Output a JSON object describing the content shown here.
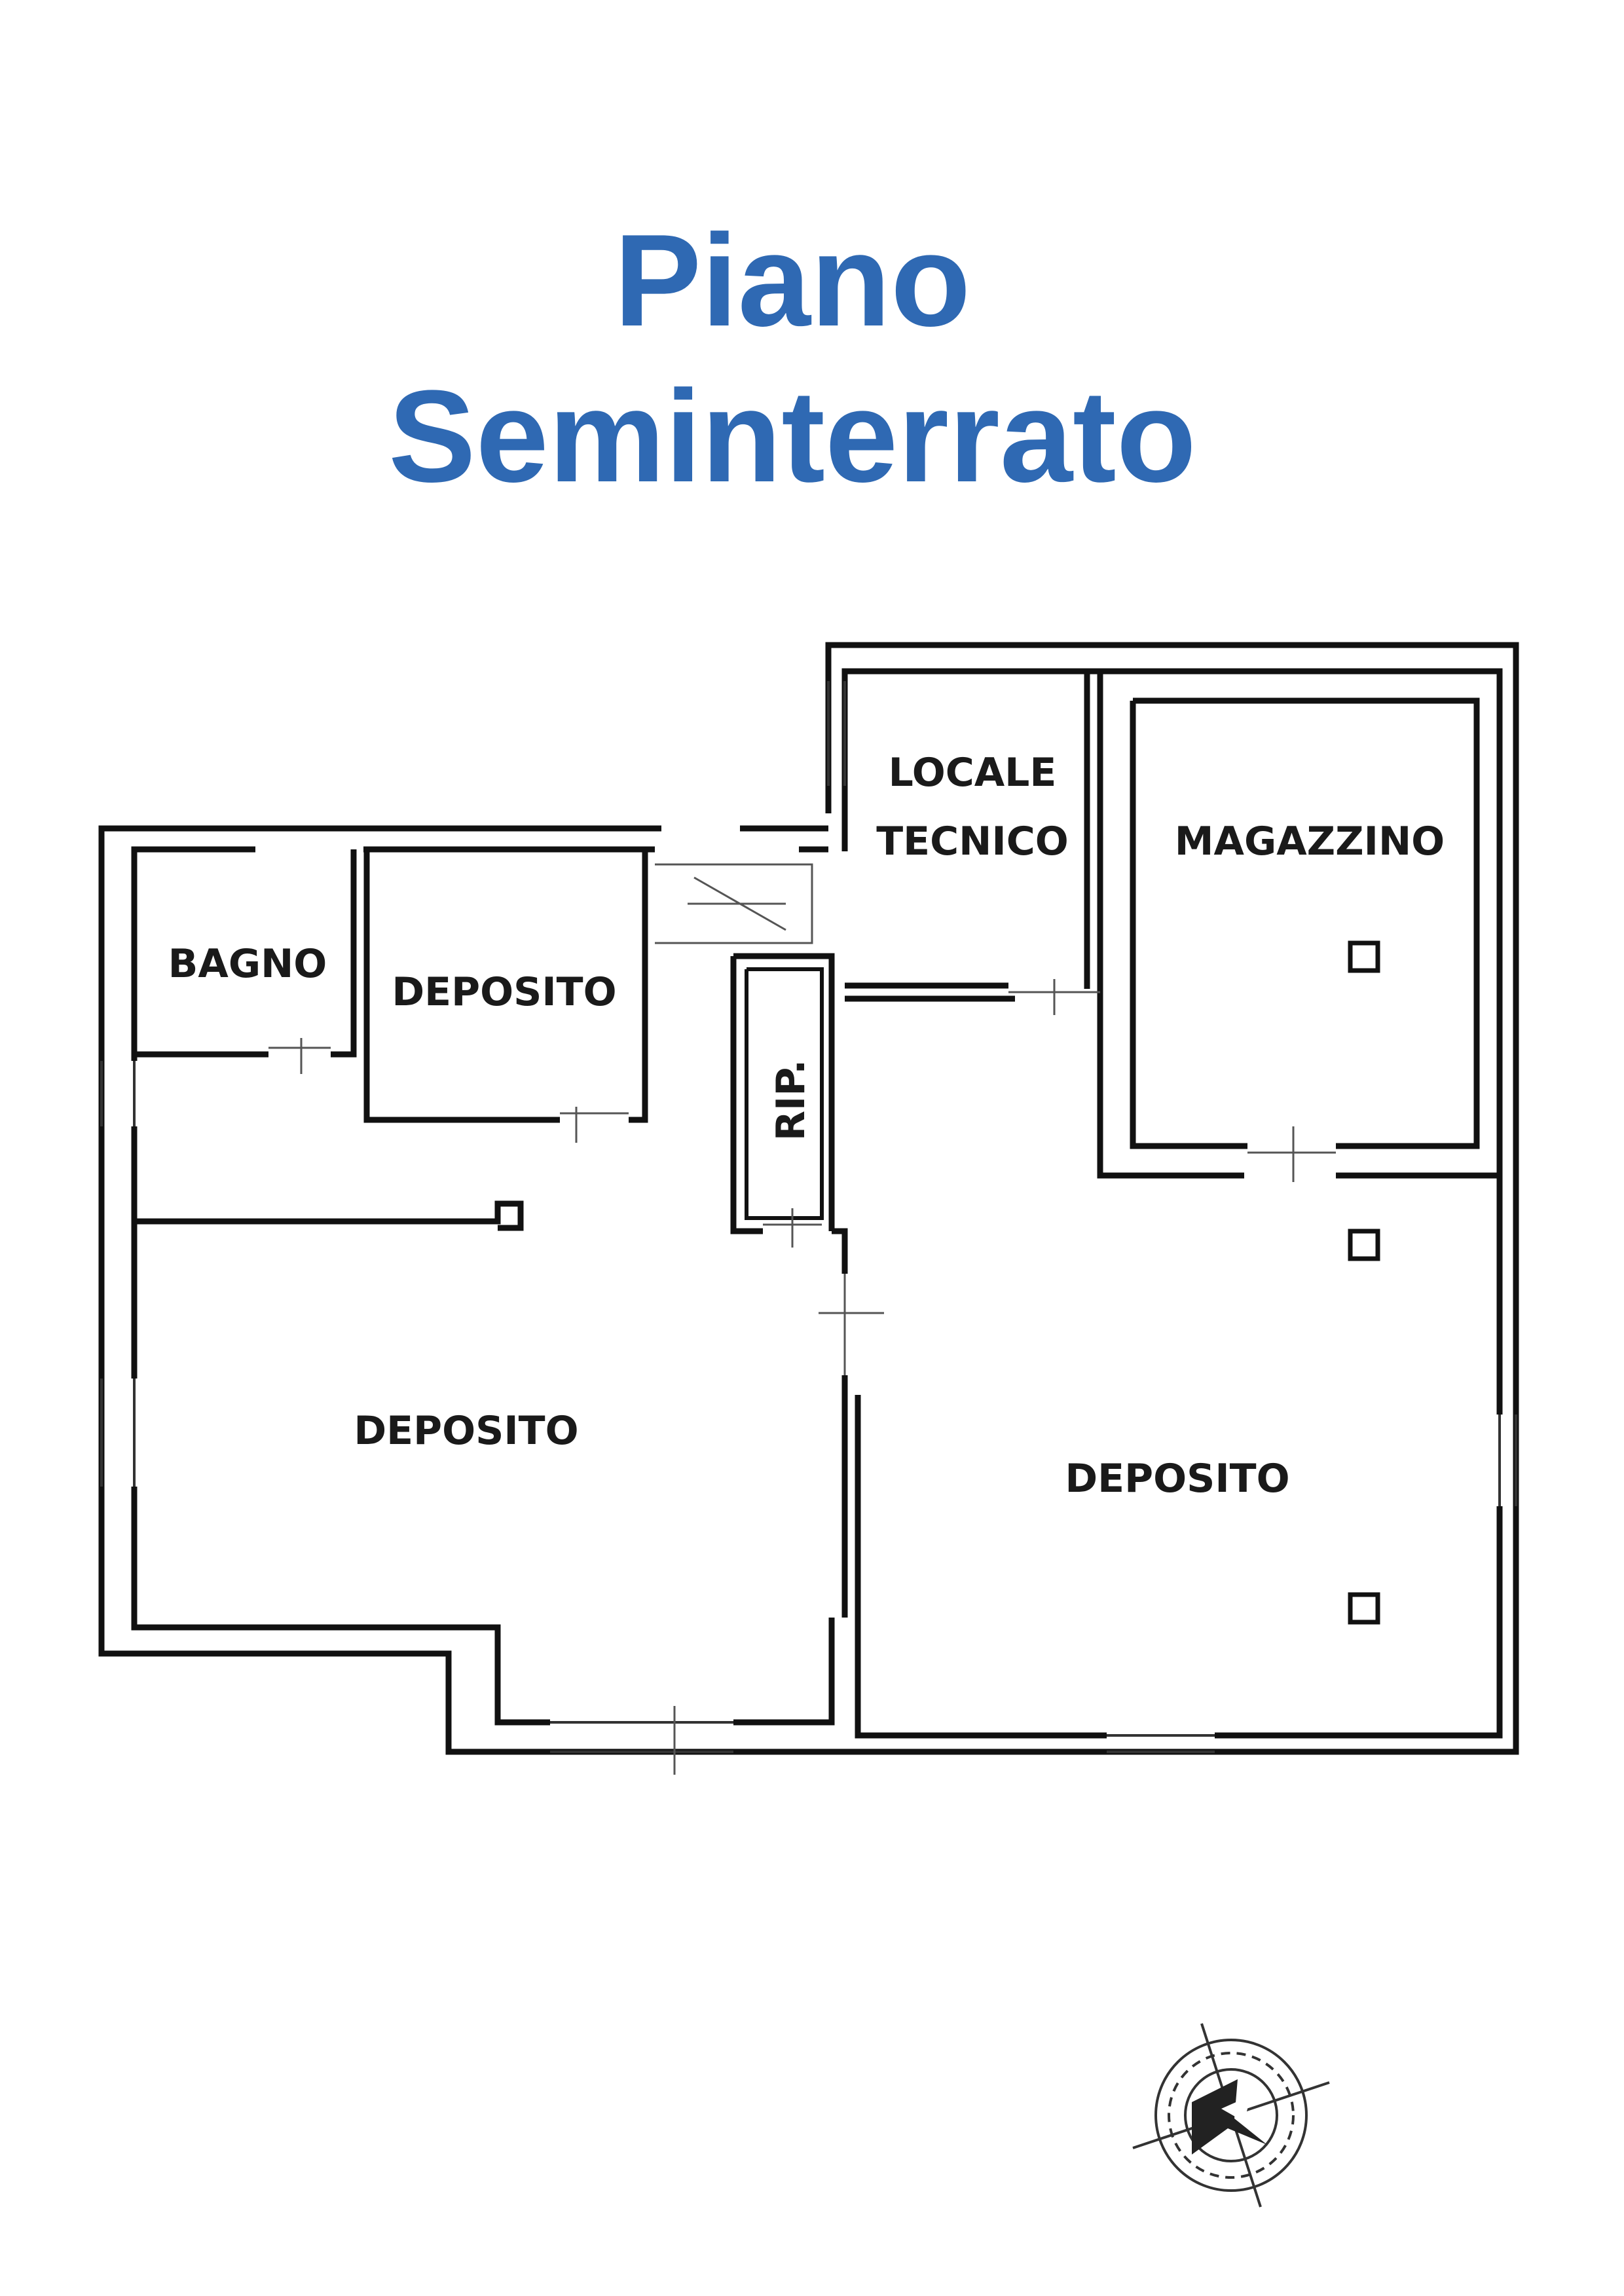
{
  "title": {
    "line1": "Piano",
    "line2": "Seminterrato"
  },
  "colors": {
    "title": "#2f69b3",
    "walls": "#111111",
    "background": "#ffffff"
  },
  "rooms": {
    "bagno": "BAGNO",
    "deposito_small": "DEPOSITO",
    "locale_line1": "LOCALE",
    "locale_line2": "TECNICO",
    "magazzino": "MAGAZZINO",
    "rip": "RIP.",
    "deposito_left": "DEPOSITO",
    "deposito_right": "DEPOSITO"
  },
  "icons": {
    "compass": "compass-rose-icon"
  }
}
